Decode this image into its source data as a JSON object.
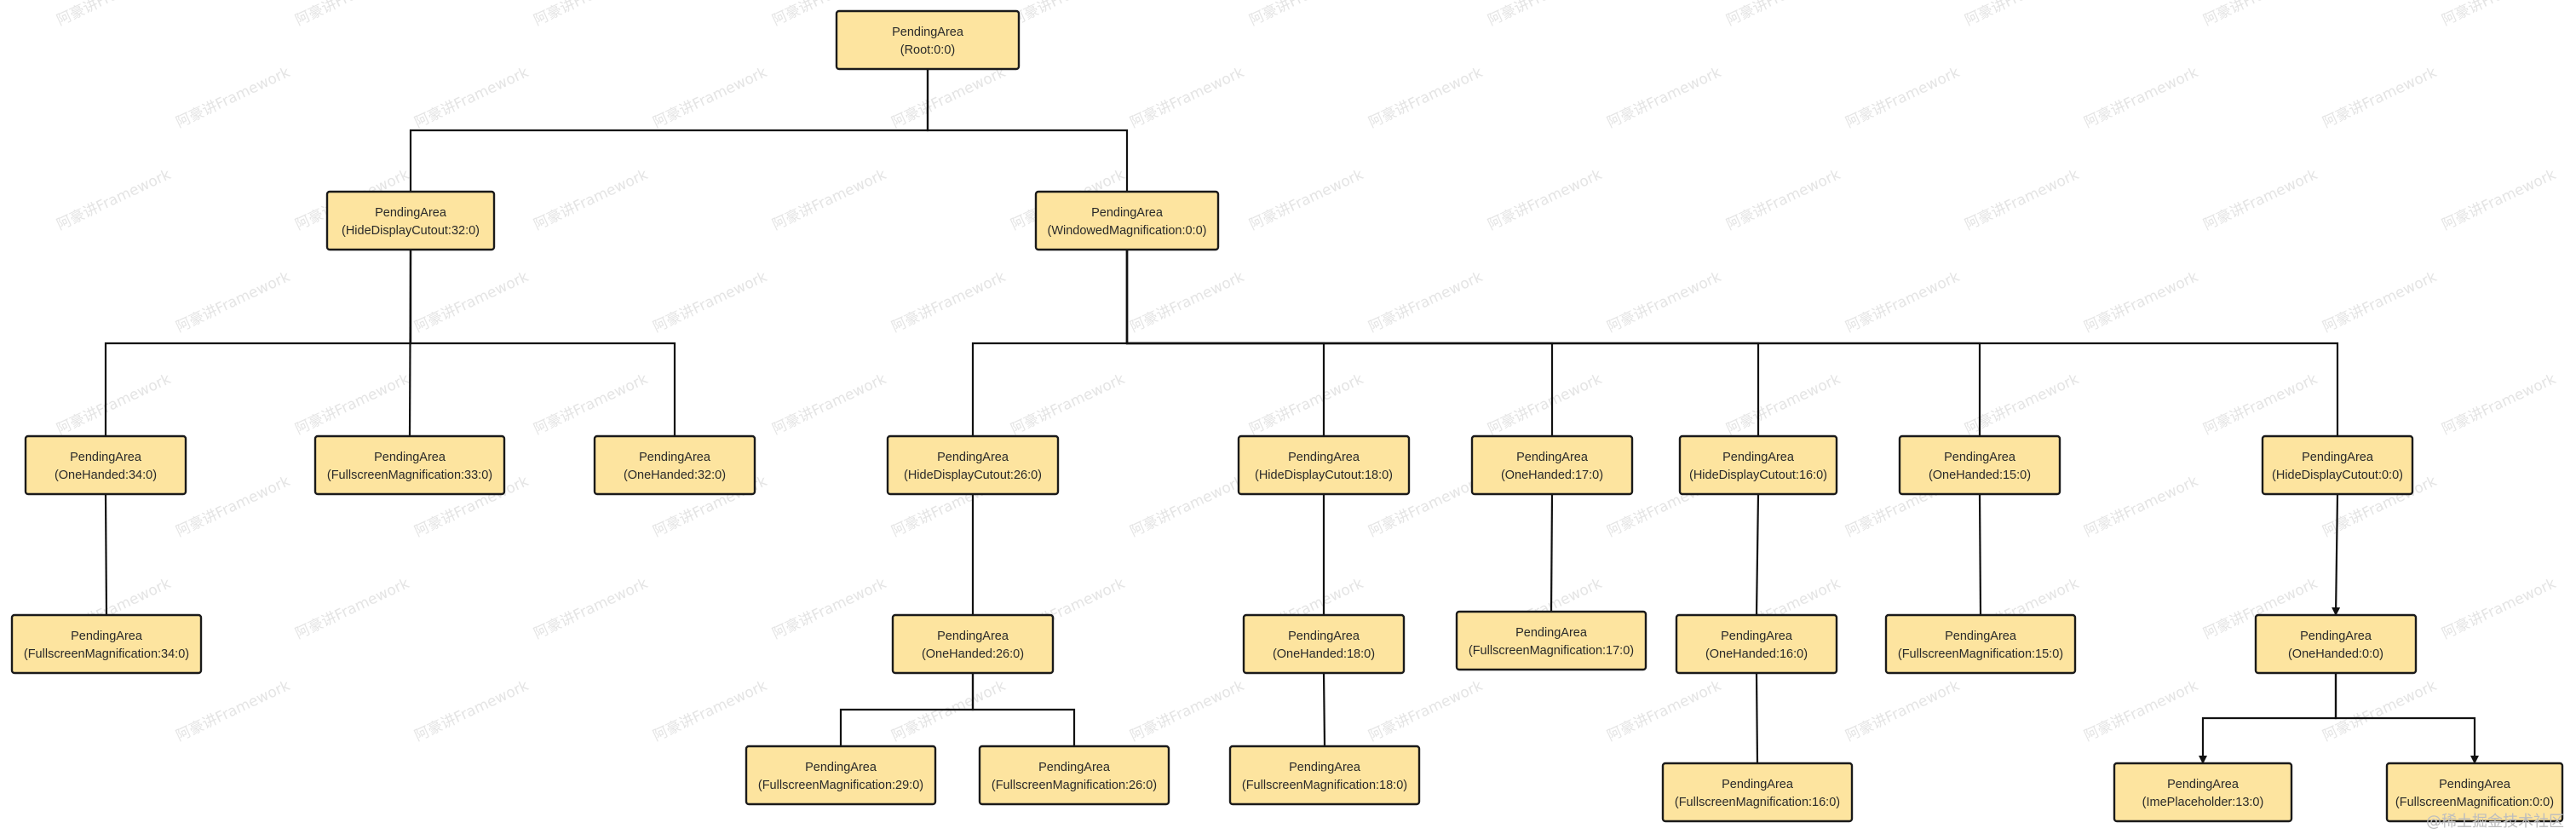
{
  "watermark": "阿豪讲Framework",
  "corner_watermark": "@稀土掘金技术社区",
  "nodes": [
    {
      "id": "n0",
      "line1": "PendingArea",
      "line2": "(Root:0:0)"
    },
    {
      "id": "n1",
      "line1": "PendingArea",
      "line2": "(HideDisplayCutout:32:0)"
    },
    {
      "id": "n2",
      "line1": "PendingArea",
      "line2": "(WindowedMagnification:0:0)"
    },
    {
      "id": "n3",
      "line1": "PendingArea",
      "line2": "(OneHanded:34:0)"
    },
    {
      "id": "n4",
      "line1": "PendingArea",
      "line2": "(FullscreenMagnification:33:0)"
    },
    {
      "id": "n5",
      "line1": "PendingArea",
      "line2": "(OneHanded:32:0)"
    },
    {
      "id": "n6",
      "line1": "PendingArea",
      "line2": "(FullscreenMagnification:34:0)"
    },
    {
      "id": "n7",
      "line1": "PendingArea",
      "line2": "(HideDisplayCutout:26:0)"
    },
    {
      "id": "n8",
      "line1": "PendingArea",
      "line2": "(HideDisplayCutout:18:0)"
    },
    {
      "id": "n9",
      "line1": "PendingArea",
      "line2": "(OneHanded:17:0)"
    },
    {
      "id": "n10",
      "line1": "PendingArea",
      "line2": "(HideDisplayCutout:16:0)"
    },
    {
      "id": "n11",
      "line1": "PendingArea",
      "line2": "(OneHanded:15:0)"
    },
    {
      "id": "n12",
      "line1": "PendingArea",
      "line2": "(HideDisplayCutout:0:0)"
    },
    {
      "id": "n13",
      "line1": "PendingArea",
      "line2": "(OneHanded:26:0)"
    },
    {
      "id": "n14",
      "line1": "PendingArea",
      "line2": "(OneHanded:18:0)"
    },
    {
      "id": "n15",
      "line1": "PendingArea",
      "line2": "(FullscreenMagnification:17:0)"
    },
    {
      "id": "n16",
      "line1": "PendingArea",
      "line2": "(OneHanded:16:0)"
    },
    {
      "id": "n17",
      "line1": "PendingArea",
      "line2": "(FullscreenMagnification:15:0)"
    },
    {
      "id": "n18",
      "line1": "PendingArea",
      "line2": "(OneHanded:0:0)"
    },
    {
      "id": "n19",
      "line1": "PendingArea",
      "line2": "(FullscreenMagnification:29:0)"
    },
    {
      "id": "n20",
      "line1": "PendingArea",
      "line2": "(FullscreenMagnification:26:0)"
    },
    {
      "id": "n21",
      "line1": "PendingArea",
      "line2": "(FullscreenMagnification:18:0)"
    },
    {
      "id": "n22",
      "line1": "PendingArea",
      "line2": "(FullscreenMagnification:16:0)"
    },
    {
      "id": "n23",
      "line1": "PendingArea",
      "line2": "(ImePlaceholder:13:0)"
    },
    {
      "id": "n24",
      "line1": "PendingArea",
      "line2": "(FullscreenMagnification:0:0)"
    }
  ],
  "edges": [
    {
      "from": "n0",
      "to": "n1"
    },
    {
      "from": "n0",
      "to": "n2"
    },
    {
      "from": "n1",
      "to": "n3"
    },
    {
      "from": "n1",
      "to": "n4"
    },
    {
      "from": "n1",
      "to": "n5"
    },
    {
      "from": "n3",
      "to": "n6"
    },
    {
      "from": "n2",
      "to": "n7"
    },
    {
      "from": "n2",
      "to": "n8"
    },
    {
      "from": "n2",
      "to": "n9"
    },
    {
      "from": "n2",
      "to": "n10"
    },
    {
      "from": "n2",
      "to": "n11"
    },
    {
      "from": "n2",
      "to": "n12"
    },
    {
      "from": "n7",
      "to": "n13"
    },
    {
      "from": "n8",
      "to": "n14"
    },
    {
      "from": "n9",
      "to": "n15"
    },
    {
      "from": "n10",
      "to": "n16"
    },
    {
      "from": "n11",
      "to": "n17"
    },
    {
      "from": "n12",
      "to": "n18",
      "arrow": true
    },
    {
      "from": "n13",
      "to": "n19"
    },
    {
      "from": "n13",
      "to": "n20"
    },
    {
      "from": "n14",
      "to": "n21"
    },
    {
      "from": "n16",
      "to": "n22"
    },
    {
      "from": "n18",
      "to": "n23",
      "arrow": true
    },
    {
      "from": "n18",
      "to": "n24",
      "arrow": true
    }
  ]
}
